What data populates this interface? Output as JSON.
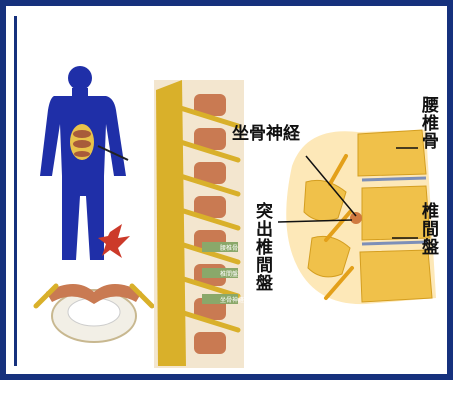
{
  "labels": {
    "sciatic_nerve": "坐骨神経",
    "lumbar_vertebra": "腰椎骨",
    "disc": "椎間盤",
    "herniated_disc": "突出椎間盤"
  },
  "small_labels": {
    "a": "腰椎骨",
    "b": "椎間盤",
    "c": "坐骨神経"
  },
  "colors": {
    "frame": "#16317d",
    "body": "#1f2fa8",
    "spine_bone": "#e9c24a",
    "nerve": "#d9b02a"
  }
}
